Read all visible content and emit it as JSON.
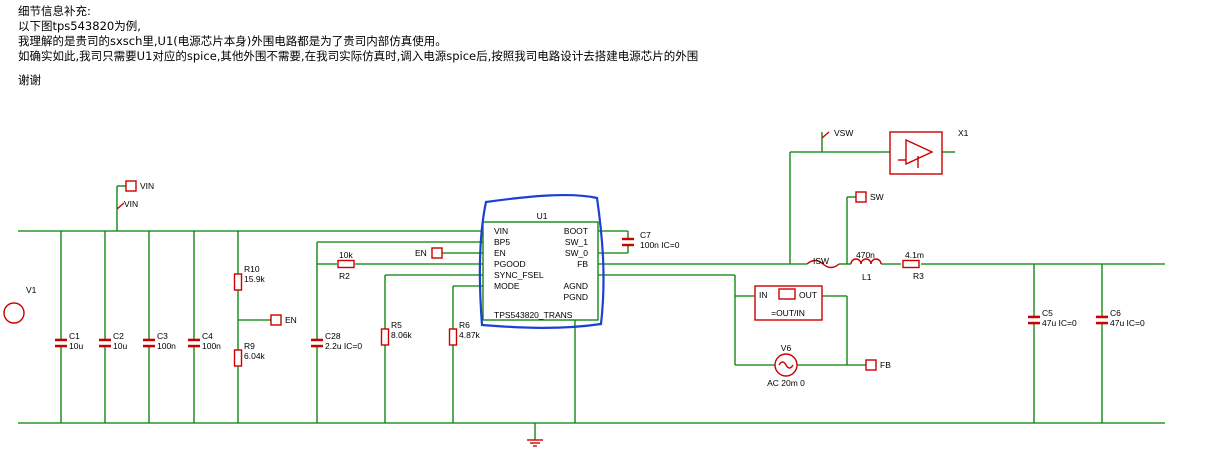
{
  "notes": {
    "heading": "细节信息补充:",
    "line1": "以下图tps543820为例,",
    "line2": "我理解的是贵司的sxsch里,U1(电源芯片本身)外围电路都是为了贵司内部仿真使用。",
    "line3": "如确实如此,我司只需要U1对应的spice,其他外围不需要,在我司实际仿真时,调入电源spice后,按照我司电路设计去搭建电源芯片的外围",
    "thanks": "谢谢"
  },
  "schematic": {
    "colors": {
      "wire": "#008000",
      "component": "#cc0000",
      "text": "#000000",
      "highlight": "#1d3fd6",
      "pin_box": "#cc0000"
    },
    "ic": {
      "ref": "U1",
      "name": "TPS543820_TRANS",
      "left_pins": [
        "VIN",
        "BP5",
        "EN",
        "PGOOD",
        "SYNC_FSEL",
        "MODE"
      ],
      "right_pins": [
        "BOOT",
        "SW_1",
        "SW_0",
        "FB",
        "AGND",
        "PGND"
      ]
    },
    "labels": {
      "vin_port": "VIN",
      "vin_net": "VIN",
      "vsw_net": "VSW",
      "sw_port": "SW",
      "en_port_a": "EN",
      "en_port_b": "EN",
      "fb_port": "FB",
      "isw": "ISW",
      "v1": "V1",
      "x1": "X1",
      "meas_in": "IN",
      "meas_out": "OUT",
      "meas_expr": "=OUT/IN",
      "v6_ref": "V6",
      "v6_value": "AC 20m 0"
    },
    "components": {
      "c1": {
        "ref": "C1",
        "value": "10u"
      },
      "c2": {
        "ref": "C2",
        "value": "10u"
      },
      "c3": {
        "ref": "C3",
        "value": "100n"
      },
      "c4": {
        "ref": "C4",
        "value": "100n"
      },
      "r10": {
        "ref": "R10",
        "value": "15.9k"
      },
      "r9": {
        "ref": "R9",
        "value": "6.04k"
      },
      "c28": {
        "ref": "C28",
        "value": "2.2u IC=0"
      },
      "r2": {
        "ref": "R2",
        "value": "10k"
      },
      "r5": {
        "ref": "R5",
        "value": "8.06k"
      },
      "r6": {
        "ref": "R6",
        "value": "4.87k"
      },
      "c7": {
        "ref": "C7",
        "value": "100n IC=0"
      },
      "l1": {
        "ref": "L1",
        "value": "470n"
      },
      "r3": {
        "ref": "R3",
        "value": "4.1m"
      },
      "c5": {
        "ref": "C5",
        "value": "47u IC=0"
      },
      "c6": {
        "ref": "C6",
        "value": "47u IC=0"
      }
    }
  }
}
